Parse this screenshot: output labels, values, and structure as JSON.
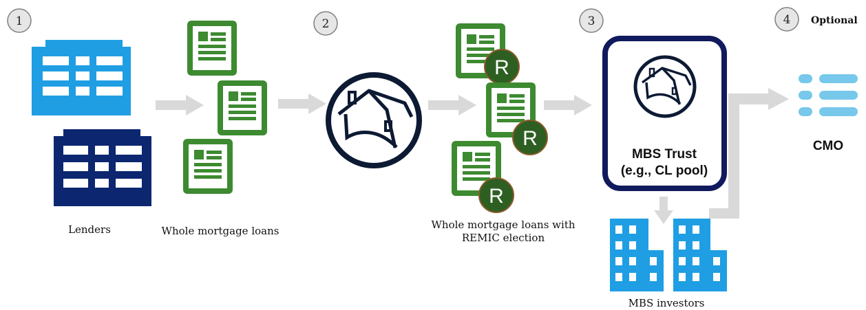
{
  "steps": [
    {
      "number": "1"
    },
    {
      "number": "2"
    },
    {
      "number": "3"
    },
    {
      "number": "4",
      "note": "Optional"
    }
  ],
  "labels": {
    "lenders": "Lenders",
    "whole_loans": "Whole mortgage loans",
    "remic_loans_line1": "Whole mortgage loans with",
    "remic_loans_line2": "REMIC election",
    "trust_line1": "MBS Trust",
    "trust_line2": "(e.g., CL pool)",
    "investors": "MBS investors",
    "cmo": "CMO",
    "remic_badge": "R"
  },
  "colors": {
    "light_blue": "#1f9ee3",
    "navy": "#0c2670",
    "green": "#3d8a31",
    "dark_green": "#2e5f22",
    "trust_border": "#101a5c",
    "arrow": "#d9d9d9",
    "cmo_bar": "#77c8ea",
    "step_circle": "#e6e6e6"
  },
  "icons": [
    "building-icon",
    "document-icon",
    "house-logo-icon",
    "remic-badge-icon",
    "list-icon",
    "arrow-icon"
  ]
}
